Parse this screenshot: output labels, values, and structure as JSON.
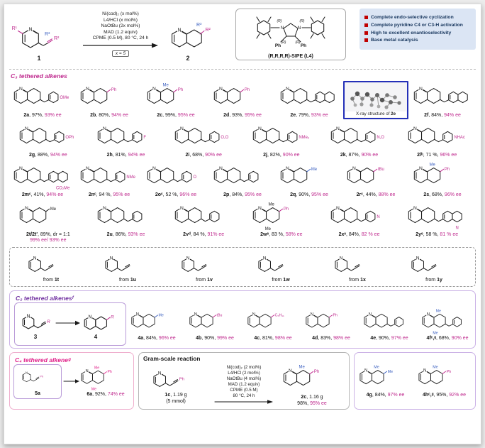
{
  "colors": {
    "magenta": "#bf2a8e",
    "blue": "#3a5fc0",
    "purple": "#7030a0",
    "pink": "#e0218a",
    "navy": "#17365d",
    "bullet_red": "#c00000",
    "highlight_bg": "#dbe5f4",
    "xray_border": "#2430b8",
    "bond": "#1a1a1a"
  },
  "header": {
    "substrate": {
      "label": "1",
      "r1": "R¹",
      "r2": "R²",
      "r3": "R³"
    },
    "conditions": [
      "Ni(cod)₂ (x mol%)",
      "L4/HCl (x mol%)",
      "NaOtBu (2x mol%)",
      "MAD (1.2 equiv)",
      "CPME (0.5 M), 80 °C, 24 h"
    ],
    "x_note": "x = 5",
    "product": {
      "label": "2",
      "r2": "R²",
      "r3": "R³"
    },
    "ligand": {
      "caption": "(R,R,R,R)-SIPE (L4)",
      "n_atom": "N",
      "ph_label": "Ph",
      "stereo_label": "(R)"
    },
    "highlights": [
      "Complete endo-selective cyclization",
      "Complete pyridine C4 or C3-H activation",
      "High to excellent enantioselectivity",
      "Base metal catalysis"
    ]
  },
  "c3": {
    "title": "C₃ tethered alkenes",
    "rows": [
      [
        {
          "id": "2a",
          "yld": "97%",
          "ee": "93% ee",
          "hex": true,
          "sub": "OMe",
          "subc": "magenta"
        },
        {
          "id": "2b",
          "yld": "80%",
          "ee": "94% ee",
          "sub": "Ph",
          "subc": "magenta"
        },
        {
          "id": "2c",
          "yld": "99%",
          "ee": "95% ee",
          "sub": "Ph",
          "subc": "magenta",
          "sub2": "Me",
          "sub2c": "blue"
        },
        {
          "id": "2d",
          "yld": "93%",
          "ee": "95% ee",
          "sub": "Ph",
          "subc": "magenta"
        },
        {
          "id": "2e",
          "yld": "79%",
          "ee": "93% ee",
          "hex": true,
          "naph": true
        },
        {
          "xray": true
        },
        {
          "id": "2f",
          "yld": "84%",
          "ee": "94% ee",
          "hex": true,
          "naph": true
        }
      ],
      [
        {
          "id": "2g",
          "yld": "88%",
          "ee": "94% ee",
          "hex": true,
          "sub": "OPh",
          "subc": "magenta"
        },
        {
          "id": "2h",
          "yld": "81%",
          "ee": "94% ee",
          "hex": true,
          "sub": "F",
          "subc": "magenta"
        },
        {
          "id": "2i",
          "yld": "68%",
          "ee": "90% ee",
          "hex": true,
          "sub": "O,O",
          "subc": "magenta"
        },
        {
          "id": "2j",
          "yld": "82%",
          "ee": "90% ee",
          "hex": true,
          "sub": "NMe₂",
          "subc": "magenta"
        },
        {
          "id": "2k",
          "yld": "87%",
          "ee": "90% ee",
          "hex": true,
          "sub": "N,O",
          "subc": "magenta"
        },
        {
          "id": "2lᵇ",
          "yld": "71 %",
          "ee": "96% ee",
          "hex": true,
          "sub": "NHAc",
          "subc": "magenta"
        }
      ],
      [
        {
          "id": "2mᶜ",
          "yld": "41%",
          "ee": "94% ee",
          "hex": true,
          "naph": true,
          "sub": "CO₂Me",
          "subc": "magenta"
        },
        {
          "id": "2nᶜ",
          "yld": "94 %",
          "ee": "95% ee",
          "hex": true,
          "sub": "NMe",
          "subc": "magenta"
        },
        {
          "id": "2oᶜ",
          "yld": "52 %",
          "ee": "96% ee",
          "hex": true,
          "sub": "O",
          "subc": "magenta"
        },
        {
          "id": "2p",
          "yld": "84%",
          "ee": "95% ee",
          "hex": true
        },
        {
          "id": "2q",
          "yld": "90%",
          "ee": "95% ee",
          "sub": "Me",
          "subc": "blue"
        },
        {
          "id": "2rᶜ",
          "yld": "44%",
          "ee": "88% ee",
          "sub": "tBu",
          "subc": "magenta"
        },
        {
          "id": "2s",
          "yld": "68%",
          "ee": "96% ee",
          "sub": "Ph",
          "subc": "magenta",
          "sub2": "Me",
          "sub2c": "blue"
        }
      ],
      [
        {
          "id": "2t/2t'",
          "yld": "89%, dr = 1:1",
          "ee": "99% ee/ 93% ee",
          "twoLine": true,
          "sub": "Me",
          "subc": "black"
        },
        {
          "id": "2u",
          "yld": "86%",
          "ee": "93% ee",
          "hex": true
        },
        {
          "id": "2vᵈ",
          "yld": "84 %",
          "ee": "91% ee",
          "hex": true
        },
        {
          "id": "2wᵉ",
          "yld": "83 %",
          "ee": "58% ee",
          "sub": "Ph",
          "subc": "magenta",
          "sub2": "Me",
          "sub2c": "black",
          "sub3": "Me",
          "sub3c": "black"
        },
        {
          "id": "2xᵉ",
          "yld": "84%",
          "ee": "82 % ee",
          "hex": true,
          "sub": "N",
          "subc": "magenta"
        },
        {
          "id": "2yᵉ",
          "yld": "58 %",
          "ee": "81 % ee",
          "hex": true,
          "naph": true,
          "sub": "N",
          "subc": "magenta"
        }
      ]
    ],
    "xray": {
      "pre": "X-ray structure of ",
      "id": "2e"
    },
    "from_items": [
      {
        "pre": "from ",
        "id": "1t"
      },
      {
        "pre": "from ",
        "id": "1u"
      },
      {
        "pre": "from ",
        "id": "1v"
      },
      {
        "pre": "from ",
        "id": "1w"
      },
      {
        "pre": "from ",
        "id": "1x"
      },
      {
        "pre": "from ",
        "id": "1y"
      }
    ]
  },
  "c2": {
    "title": "C₂ tethered alkenesᶠ",
    "scheme": {
      "sm_label": "3",
      "prod_label": "4",
      "r_label": "R"
    },
    "items": [
      {
        "id": "4a",
        "yld": "84%",
        "ee": "96% ee",
        "sub": "Me",
        "subc": "blue"
      },
      {
        "id": "4b",
        "yld": "90%",
        "ee": "99% ee",
        "sub": "tBu",
        "subc": "magenta"
      },
      {
        "id": "4c",
        "yld": "81%",
        "ee": "98% ee",
        "sub": "C₅H₁₁",
        "subc": "magenta"
      },
      {
        "id": "4d",
        "yld": "83%",
        "ee": "98% ee",
        "sub": "Ph",
        "subc": "magenta"
      },
      {
        "id": "4e",
        "yld": "90%",
        "ee": "97% ee",
        "hex": true
      },
      {
        "id": "4fᶜ,ᵍ",
        "yld": "68%",
        "ee": "90% ee",
        "hex": true,
        "sub2": "Me",
        "sub2c": "blue",
        "sub3": "Me",
        "sub3c": "blue"
      }
    ]
  },
  "c4": {
    "title": "C₄ tethered alkeneᵍ",
    "sm_label": "5a",
    "sm_sub": "Ph",
    "item": {
      "id": "6a",
      "yld": "92%",
      "ee": "74% ee",
      "sub": "Ph",
      "subc": "pink",
      "sub2": "Me",
      "sub2c": "pink",
      "sub3": "Me",
      "sub3c": "pink"
    }
  },
  "gram": {
    "title": "Gram-scale reaction",
    "sm": {
      "id": "1c",
      "line1": ", 1.19 g",
      "line2": "(5 mmol)",
      "sub": "Ph",
      "subc": "magenta"
    },
    "conditions": [
      "Ni(cod)₂ (2 mol%)",
      "L4/HCl (2 mol%)",
      "NaOtBu (4 mol%)",
      "MAD (1.2 equiv)",
      "CPME (0.5 M)",
      "80 °C, 24 h"
    ],
    "prod": {
      "id": "2c",
      "line1": ", 1.16 g",
      "yld": "98%",
      "ee": "95% ee",
      "sub": "Ph",
      "subc": "magenta",
      "sub2": "Me",
      "sub2c": "blue"
    }
  },
  "extra": {
    "items": [
      {
        "id": "4g",
        "yld": "84%",
        "ee": "97% ee",
        "sub": "Me",
        "subc": "blue",
        "sub2": "Me",
        "sub2c": "blue"
      },
      {
        "id": "4hᶜ,ᵍ",
        "yld": "95%",
        "ee": "92% ee",
        "sub": "Ph",
        "subc": "magenta",
        "sub2": "Me",
        "sub2c": "blue"
      }
    ]
  }
}
